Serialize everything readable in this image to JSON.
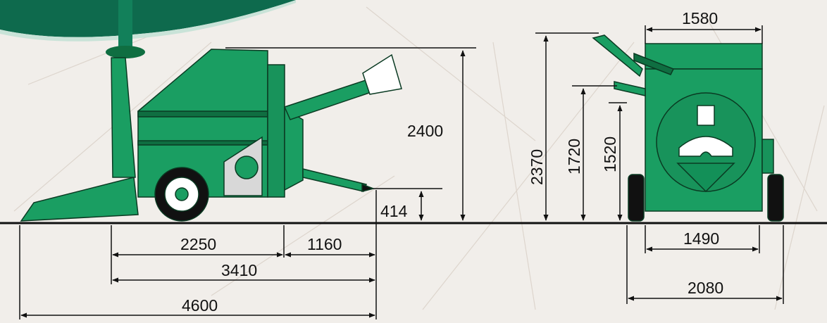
{
  "colors": {
    "machine_green": "#1a9e62",
    "machine_dark": "#0f6e41",
    "canopy": "#0e6a4d",
    "background": "#f1eeea",
    "line": "#111111"
  },
  "side_view": {
    "dimensions": {
      "height_total": "2400",
      "outlet_height": "414",
      "chassis_length": "2250",
      "feeder_length": "1160",
      "body_length": "3410",
      "overall_length": "4600"
    }
  },
  "front_view": {
    "dimensions": {
      "top_width": "1580",
      "height_total": "2370",
      "height_mid": "1720",
      "height_low": "1520",
      "track_width": "1490",
      "overall_width": "2080"
    }
  }
}
